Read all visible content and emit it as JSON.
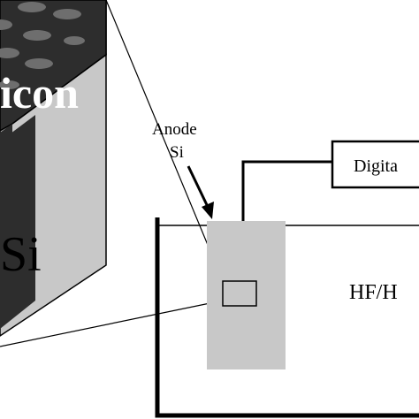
{
  "diagram": {
    "block_label_top": "icon",
    "block_label_bottom": "Si",
    "anode_label_line1": "Anode",
    "anode_label_line2": "Si",
    "meter_label": "Digita",
    "electrolyte_label": "HF/H"
  },
  "colors": {
    "ink": "#000000",
    "block_front": "#2d2d2d",
    "block_side": "#c8c8c8",
    "block_top": "#3a3a3a",
    "pore": "#6e6e6e",
    "electrode": "#c8c8c8",
    "label_light": "#ffffff",
    "label_dark": "#000000"
  }
}
